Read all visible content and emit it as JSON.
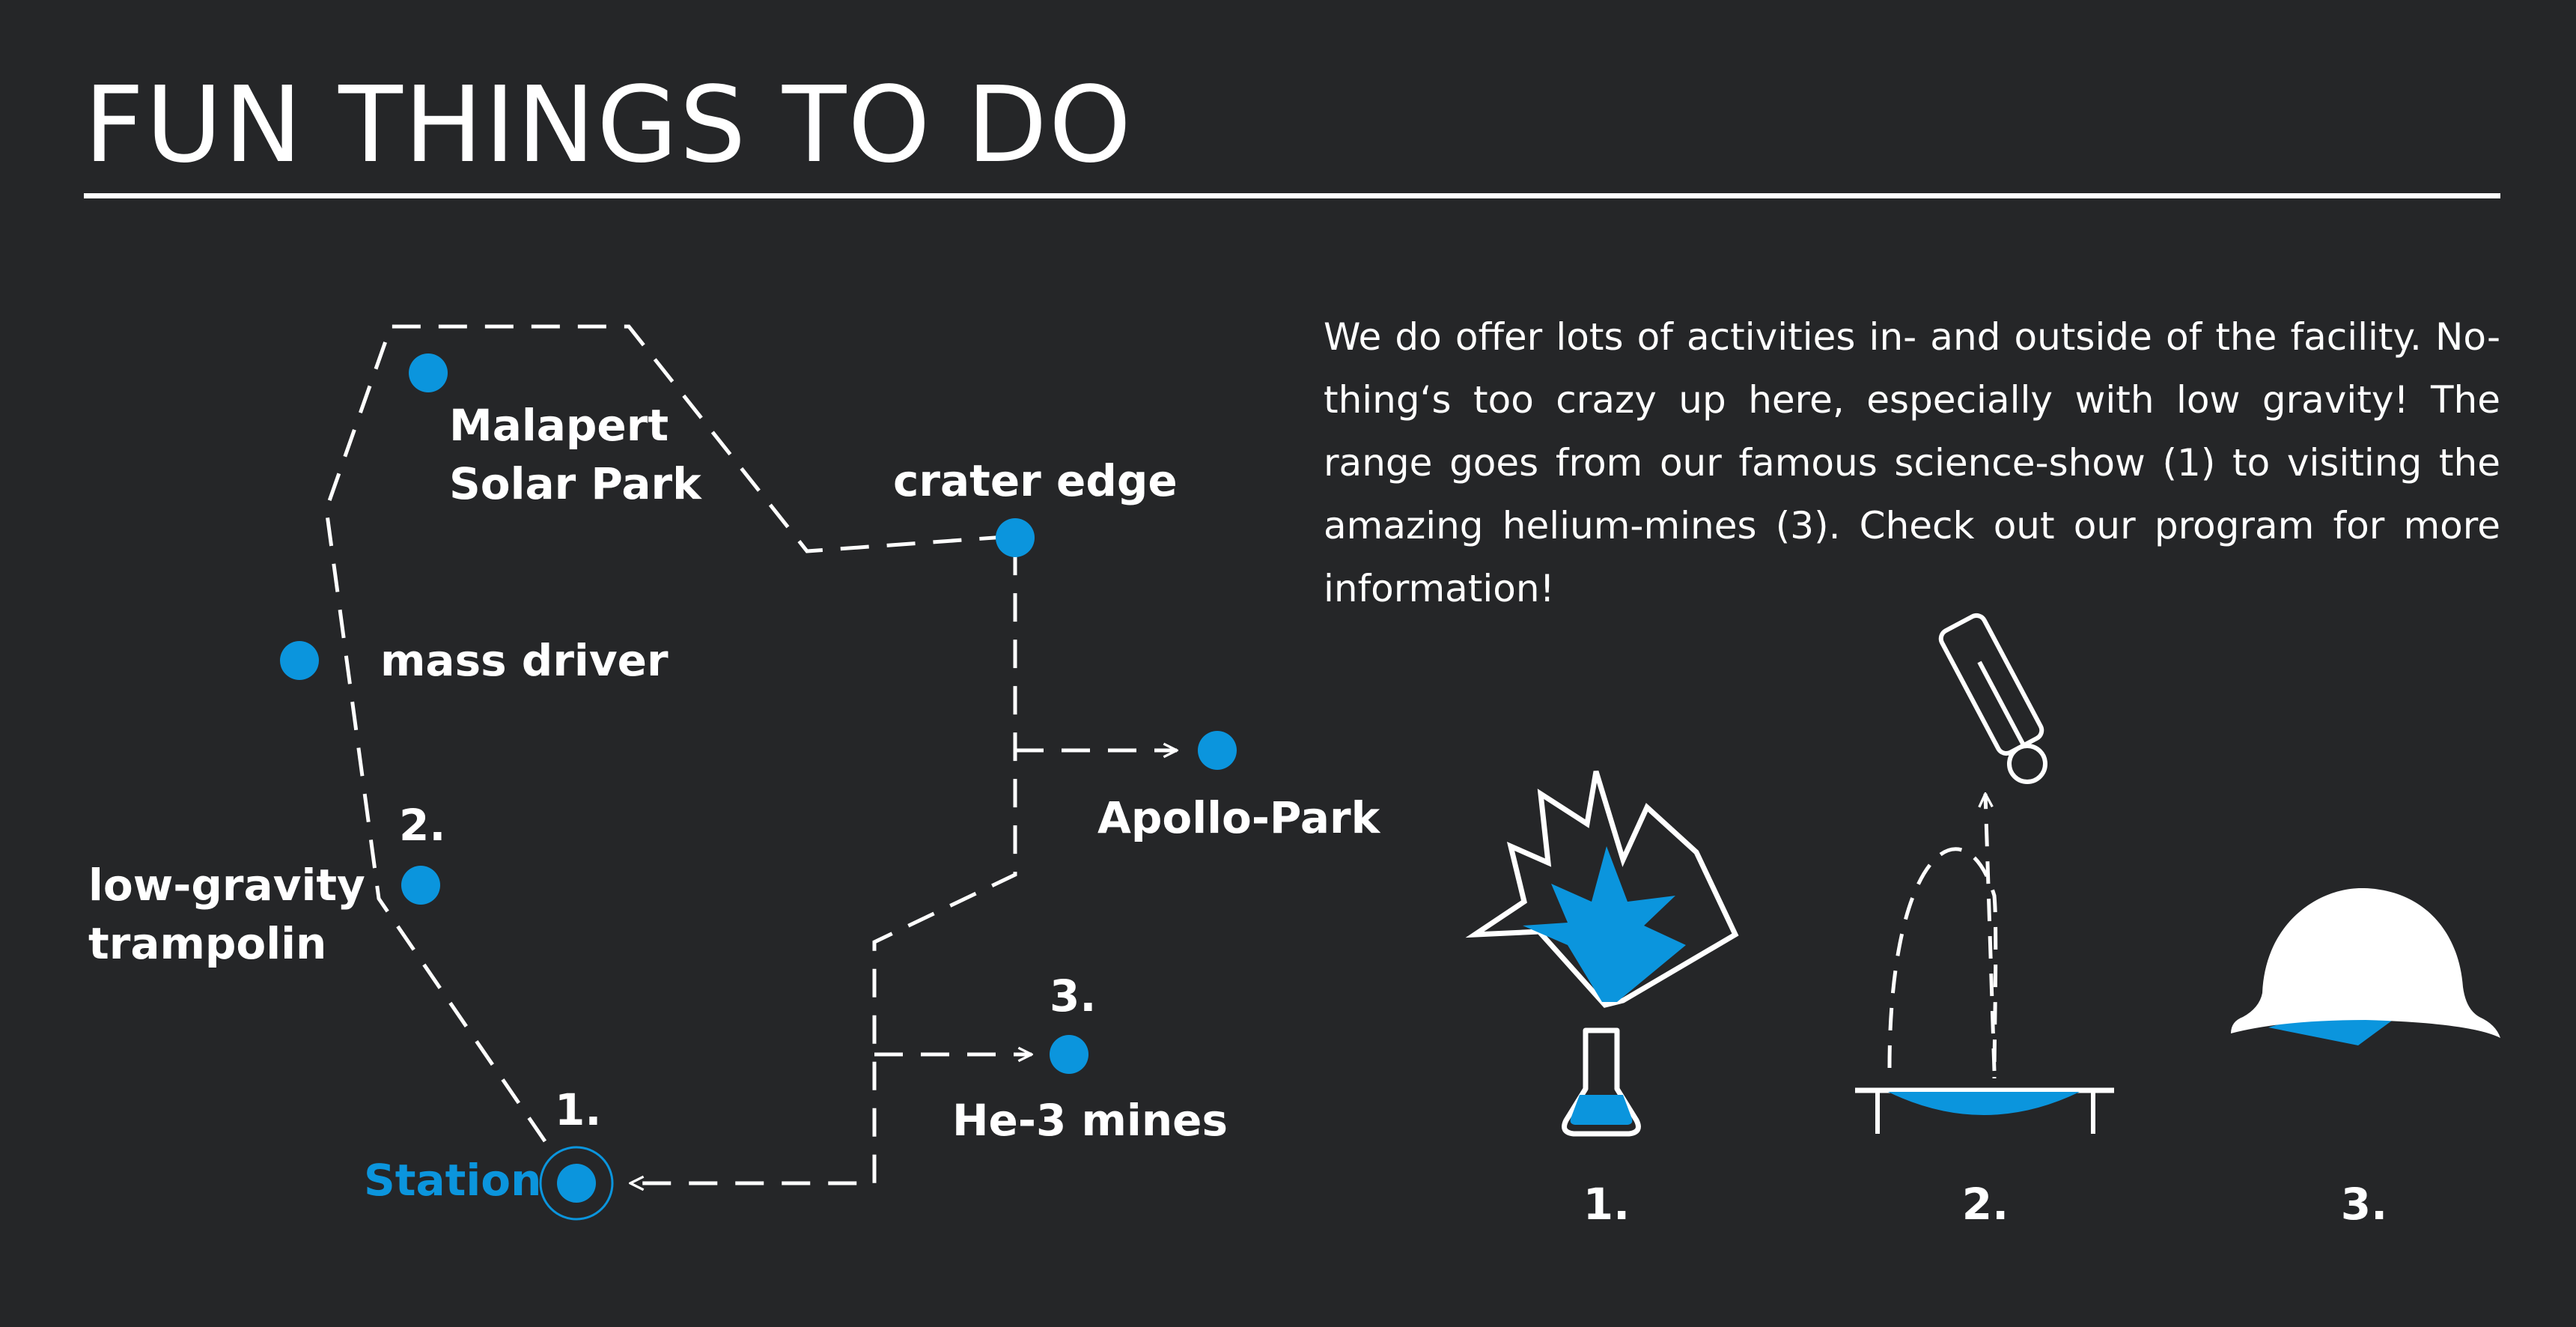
{
  "header": {
    "title": "FUN THINGS TO DO"
  },
  "description": "We do offer lots of activities in- and outside of the facility. No-thing‘s too crazy up here, especially with low gravity! The range goes from our famous science-show (1) to visiting the amazing helium-mines (3). Check out our program for more information!",
  "map": {
    "locations": {
      "malapert_line1": "Malapert",
      "malapert_line2": "Solar Park",
      "crater_edge": "crater edge",
      "mass_driver": "mass driver",
      "apollo_park": "Apollo-Park",
      "trampolin_number": "2.",
      "trampolin_line1": "low-gravity",
      "trampolin_line2": "trampolin",
      "mines_number": "3.",
      "mines": "He-3 mines",
      "station_number": "1.",
      "station": "Station"
    }
  },
  "activities": [
    {
      "label": "1.",
      "icon": "chemistry-explosion-icon"
    },
    {
      "label": "2.",
      "icon": "trampoline-jump-icon"
    },
    {
      "label": "3.",
      "icon": "hard-hat-icon"
    }
  ],
  "colors": {
    "background": "#252628",
    "accent": "#0b95dd",
    "foreground": "#ffffff"
  }
}
